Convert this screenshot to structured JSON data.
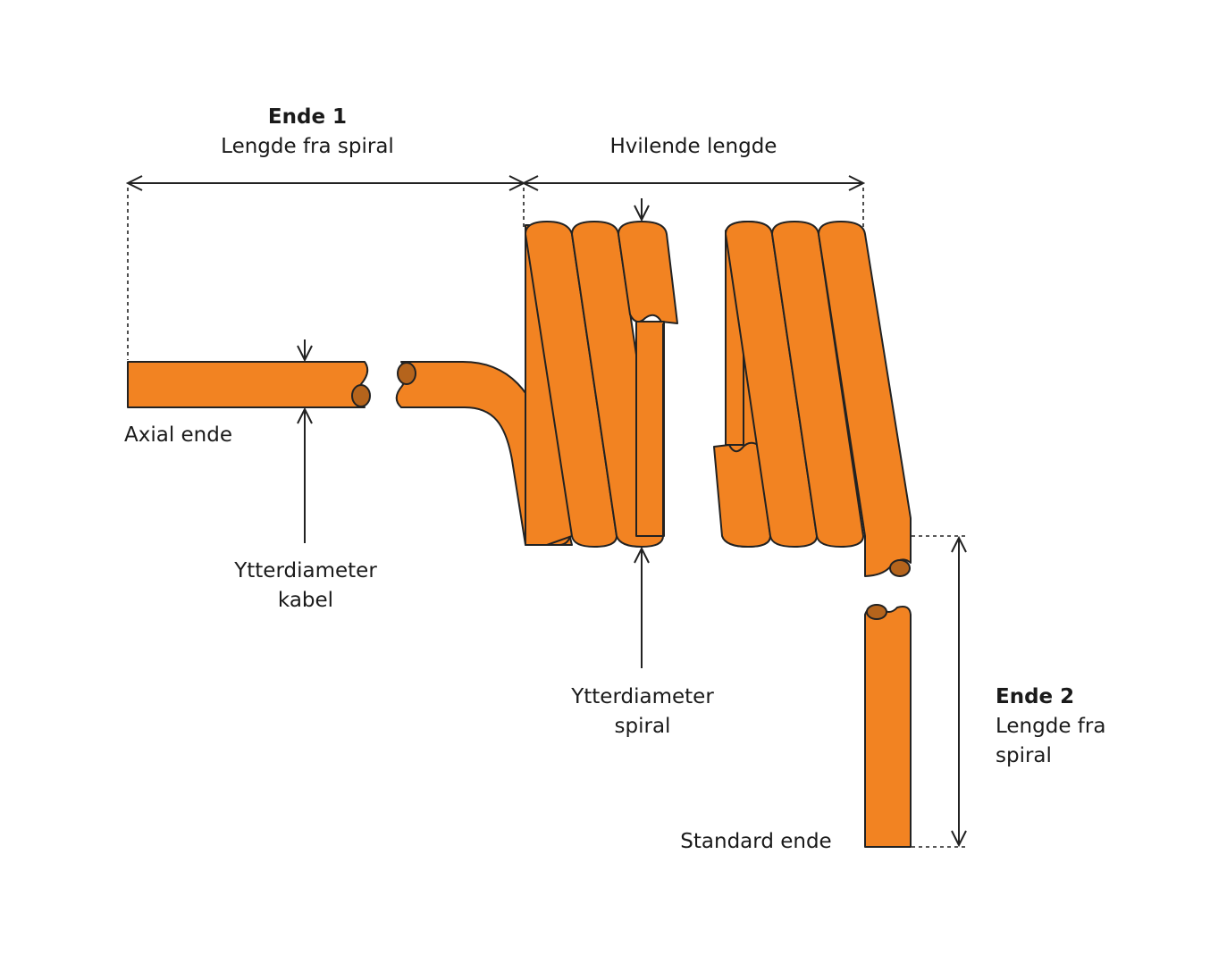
{
  "colors": {
    "cable": "#F28322",
    "cable_cut": "#B5641C",
    "outline": "#222222",
    "text": "#1a1a1a"
  },
  "labels": {
    "end1_title": "Ende 1",
    "end1_subtitle": "Lengde fra spiral",
    "rest_length": "Hvilende lengde",
    "axial_end": "Axial ende",
    "cable_od_line1": "Ytterdiameter",
    "cable_od_line2": "kabel",
    "spiral_od_line1": "Ytterdiameter",
    "spiral_od_line2": "spiral",
    "end2_title": "Ende 2",
    "end2_line1": "Lengde fra",
    "end2_line2": "spiral",
    "standard_end": "Standard ende"
  }
}
